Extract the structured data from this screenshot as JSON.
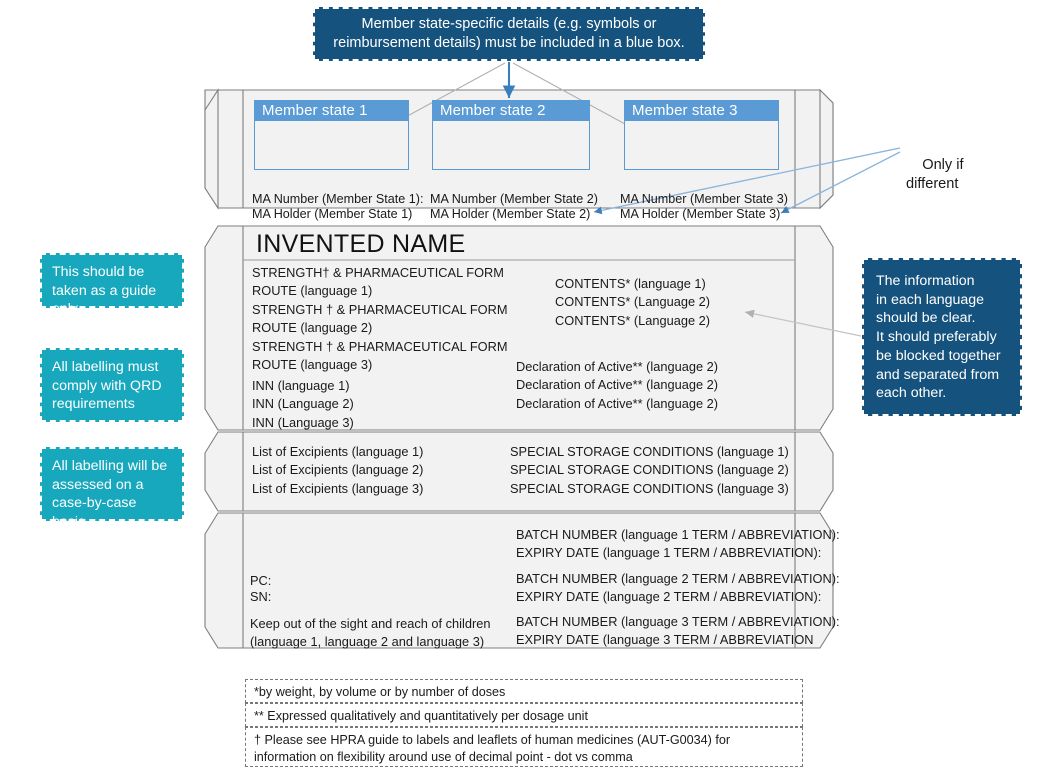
{
  "callouts": {
    "top": "Member state-specific details (e.g. symbols or reimbursement details) must be included in a blue box.",
    "right": "The information\nin each language\nshould be clear.\nIt should preferably\nbe blocked together\nand separated from\neach other.",
    "guide": "This should be taken as a guide only.",
    "qrd": "All labelling must comply with QRD requirements",
    "case": "All labelling will be assessed on a case-by-case basis.",
    "only_if_different": "Only if\ndifferent"
  },
  "colors": {
    "callout_dark": "#15527d",
    "callout_teal": "#17a8bd",
    "ms_header": "#5b9bd5",
    "panel_fill": "#f2f2f2",
    "panel_stroke": "#808080",
    "connector_blue": "#5b9bd5",
    "connector_gray": "#bfbfbf"
  },
  "carton": {
    "top_panel": {
      "member_states": [
        {
          "header": "Member state 1",
          "ma_number": "MA Number (Member State 1):",
          "ma_holder": "MA Holder (Member State 1)"
        },
        {
          "header": "Member state 2",
          "ma_number": "MA Number (Member State 2)",
          "ma_holder": "MA Holder (Member State 2)"
        },
        {
          "header": "Member state 3",
          "ma_number": "MA Number (Member State 3)",
          "ma_holder": "MA Holder (Member State 3)"
        }
      ]
    },
    "main_panel": {
      "invented_name": "INVENTED NAME",
      "left_column": {
        "strength_block": "STRENGTH† & PHARMACEUTICAL FORM\nROUTE (language 1)\nSTRENGTH † & PHARMACEUTICAL FORM\nROUTE (language 2)\nSTRENGTH † & PHARMACEUTICAL FORM\nROUTE (language 3)",
        "inn_block": "INN (language 1)\nINN (Language 2)\nINN (Language 3)"
      },
      "right_column": {
        "contents_block": "CONTENTS* (language 1)\nCONTENTS* (Language 2)\nCONTENTS* (Language 2)",
        "declaration_block": "Declaration of Active** (language 2)\nDeclaration of Active** (language 2)\nDeclaration of Active** (language 2)"
      }
    },
    "excipients_panel": {
      "left": "List of Excipients (language 1)\nList of Excipients (language 2)\nList of Excipients (language 3)",
      "right": "SPECIAL STORAGE CONDITIONS (language 1)\nSPECIAL STORAGE CONDITIONS (language 2)\nSPECIAL STORAGE CONDITIONS (language 3)"
    },
    "bottom_panel": {
      "pc": "PC:",
      "sn": "SN:",
      "keep_out": "Keep out of the sight and reach of children\n(language 1, language 2 and language 3)",
      "batch_blocks": [
        "BATCH NUMBER (language 1 TERM / ABBREVIATION):\nEXPIRY DATE (language 1 TERM / ABBREVIATION):",
        "BATCH NUMBER (language 2 TERM / ABBREVIATION):\nEXPIRY DATE (language 2 TERM / ABBREVIATION):",
        "BATCH NUMBER (language 3 TERM / ABBREVIATION):\nEXPIRY DATE (language 3 TERM / ABBREVIATION"
      ]
    }
  },
  "footnotes": [
    "*by weight, by volume or by number of doses",
    "** Expressed qualitatively and quantitatively per dosage unit",
    " † Please see HPRA guide to labels and leaflets of human medicines (AUT-G0034) for information on flexibility around use of decimal point - dot vs comma"
  ]
}
